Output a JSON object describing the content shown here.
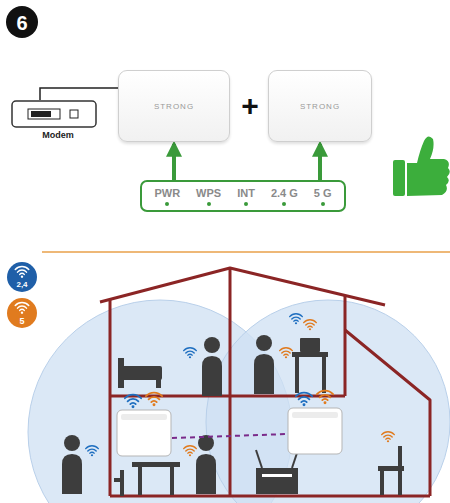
{
  "diagram": {
    "nodes": [
      {
        "text": [
          "Modem"
        ]
      },
      {
        "text": [
          "STRONG"
        ]
      },
      {
        "text": [
          "STRONG"
        ]
      },
      {
        "text": [
          "PWR",
          "WPS",
          "INT",
          "2.4 G",
          "5 G"
        ]
      }
    ],
    "edges": [
      {
        "from": 3,
        "to": 1,
        "arrow": "to"
      },
      {
        "from": 3,
        "to": 2,
        "arrow": "to"
      },
      {
        "from": 0,
        "to": 1,
        "arrow": "none"
      }
    ],
    "labels": [
      "6",
      "+",
      "2,4",
      "5"
    ]
  }
}
